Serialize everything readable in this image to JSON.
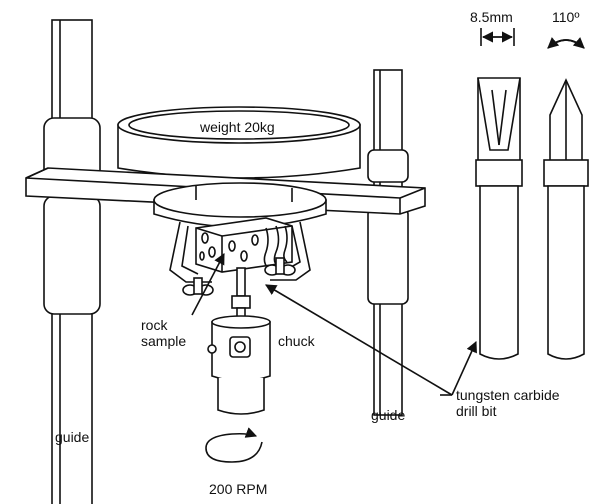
{
  "labels": {
    "weight": "weight 20kg",
    "rock_sample_line1": "rock",
    "rock_sample_line2": "sample",
    "chuck": "chuck",
    "guide_left": "guide",
    "guide_right": "guide",
    "drill_bit_line1": "tungsten carbide",
    "drill_bit_line2": "drill bit",
    "speed": "200 RPM",
    "bit_width": "8.5mm",
    "bit_angle": "110º"
  },
  "icons": {
    "rotation": "rotation-arrow-icon",
    "dimension": "dimension-arrow-icon"
  }
}
